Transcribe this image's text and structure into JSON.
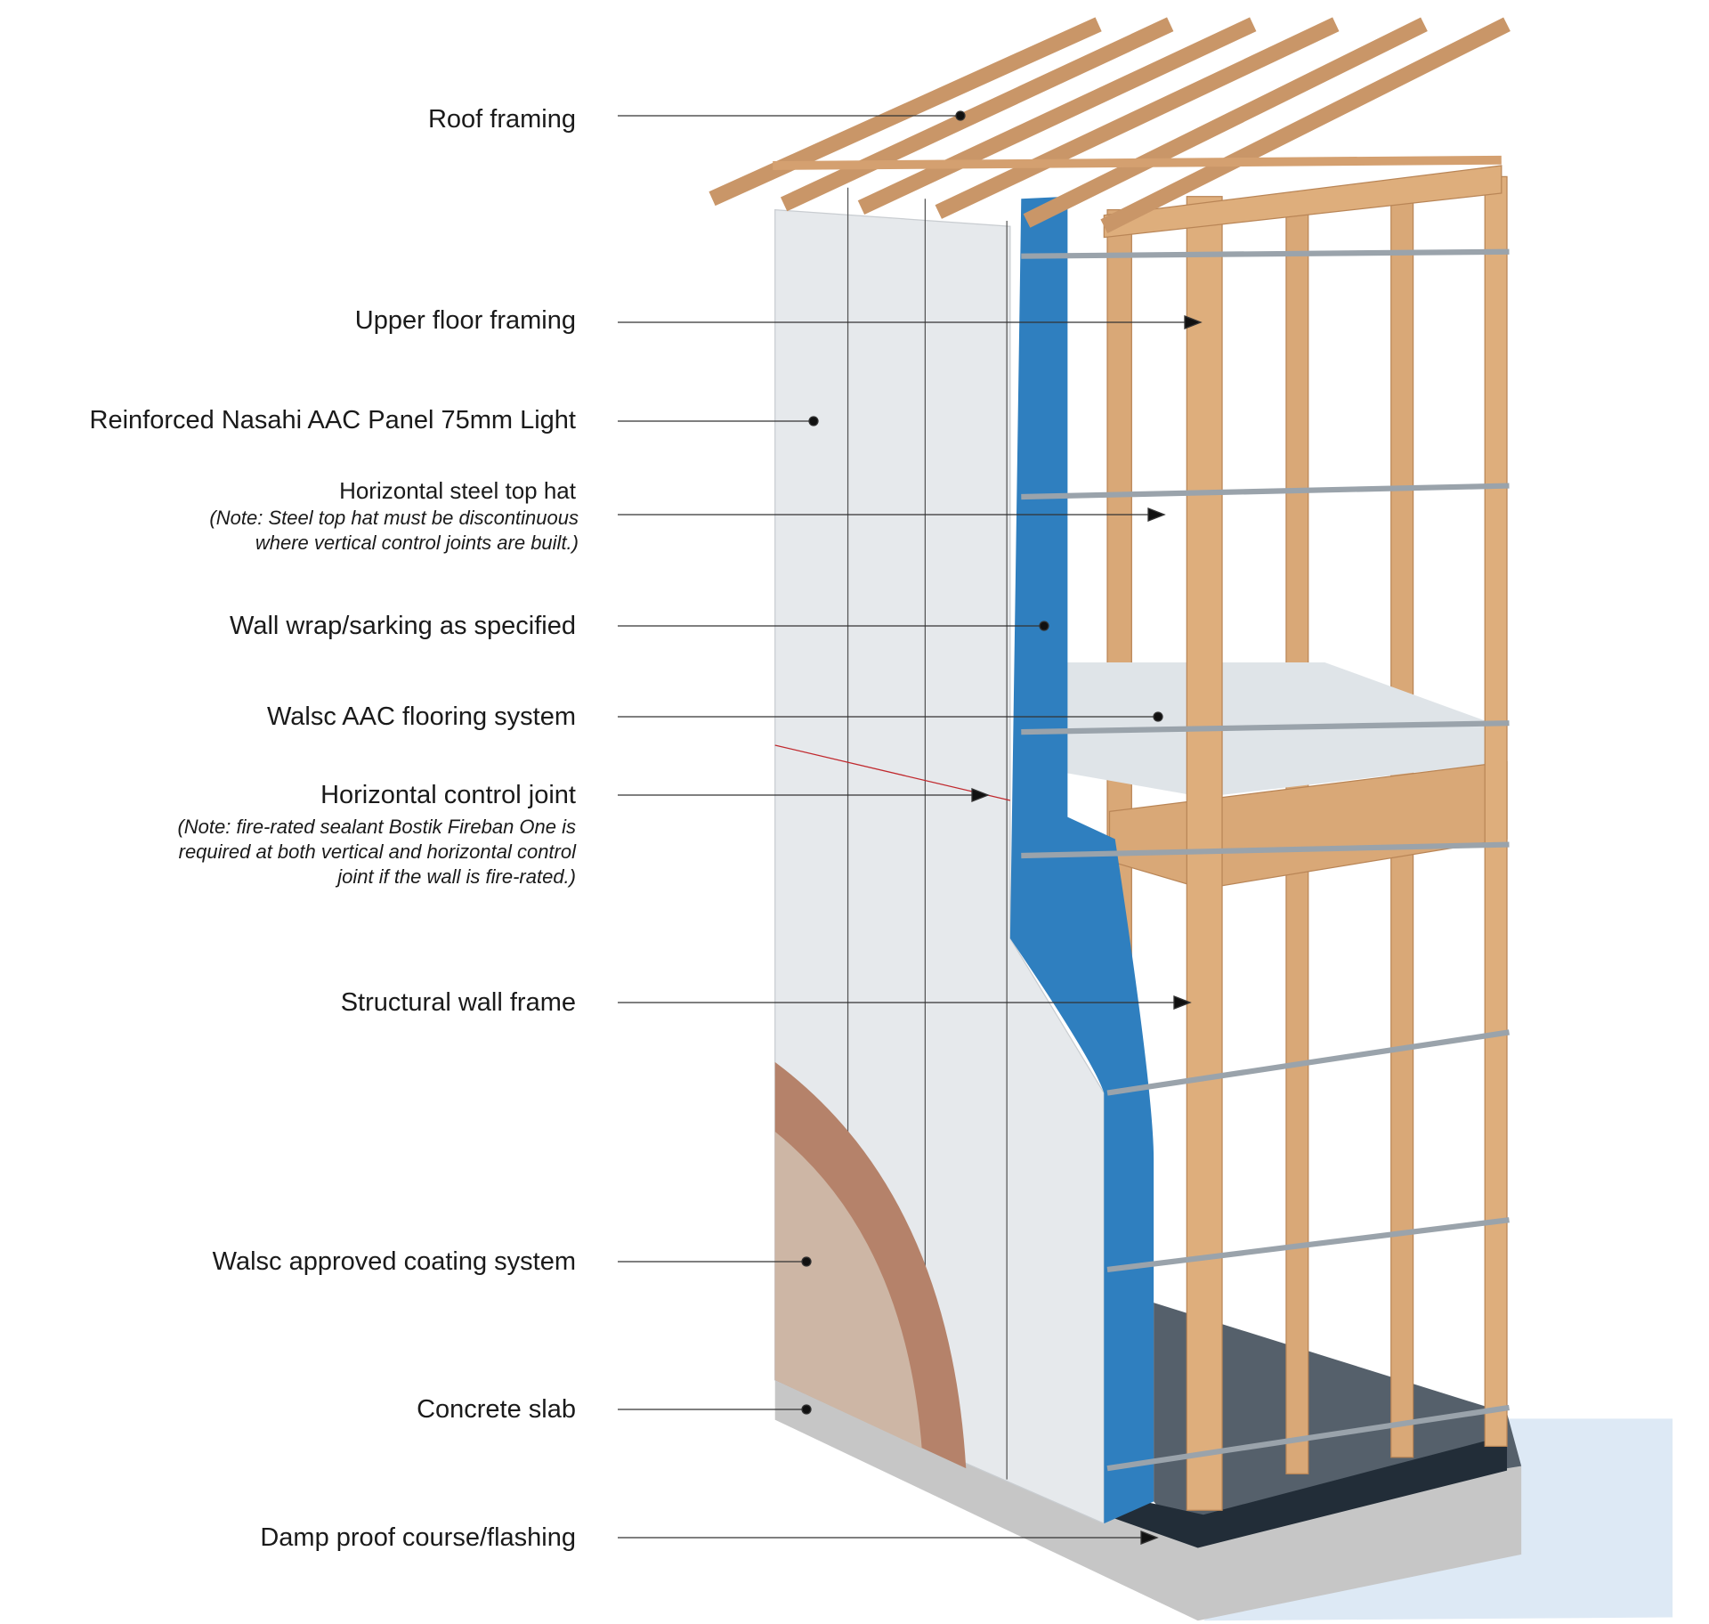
{
  "labels": {
    "roof_framing": "Roof framing",
    "upper_floor_framing": "Upper floor framing",
    "aac_panel": "Reinforced Nasahi AAC Panel 75mm Light",
    "steel_top_hat": "Horizontal steel top hat",
    "steel_top_hat_note": [
      "(Note: Steel top hat must be discontinuous",
      "where vertical control joints are built.)"
    ],
    "wall_wrap": "Wall wrap/sarking as specified",
    "flooring_system": "Walsc AAC flooring system",
    "control_joint": "Horizontal control joint",
    "control_joint_note": [
      "(Note: fire-rated sealant Bostik Fireban One is",
      "required at both vertical and horizontal control",
      "joint if the wall is fire-rated.)"
    ],
    "wall_frame": "Structural wall frame",
    "coating_system": "Walsc approved coating system",
    "concrete_slab": "Concrete slab",
    "damp_proof": "Damp proof course/flashing"
  },
  "colors": {
    "timber": "#d9a877",
    "wrap": "#2f7fbf",
    "panel": "#e6e9ec",
    "steel": "#9aa3ab",
    "slab": "#c9c9c9",
    "dpc": "#222d38",
    "leader": "#333333",
    "joint_red": "#c0282d"
  }
}
